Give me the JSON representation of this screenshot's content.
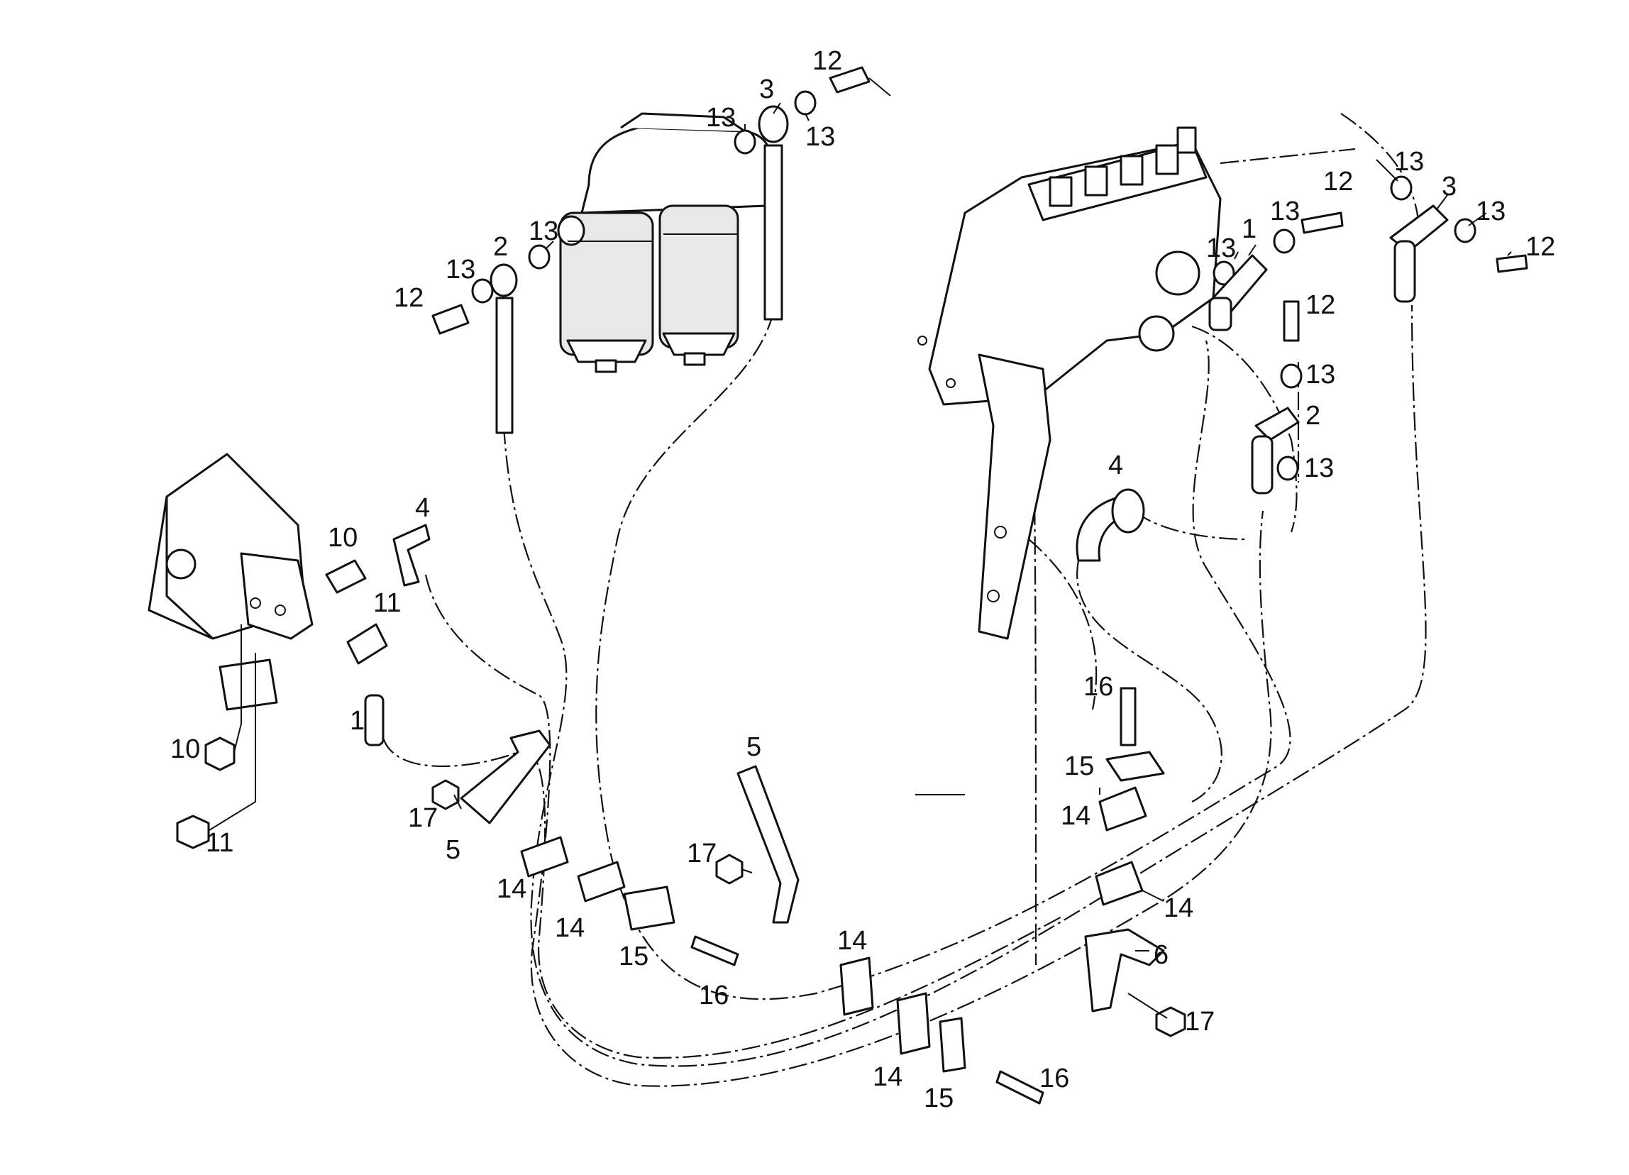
{
  "callouts": [
    {
      "id": "c1",
      "text": "12"
    },
    {
      "id": "c2",
      "text": "3"
    },
    {
      "id": "c3",
      "text": "13"
    },
    {
      "id": "c4",
      "text": "13"
    },
    {
      "id": "c5",
      "text": "13"
    },
    {
      "id": "c6",
      "text": "2"
    },
    {
      "id": "c7",
      "text": "13"
    },
    {
      "id": "c8",
      "text": "12"
    },
    {
      "id": "c9",
      "text": "13"
    },
    {
      "id": "c10",
      "text": "3"
    },
    {
      "id": "c11",
      "text": "13"
    },
    {
      "id": "c12",
      "text": "12"
    },
    {
      "id": "c13",
      "text": "12"
    },
    {
      "id": "c14",
      "text": "13"
    },
    {
      "id": "c15",
      "text": "1"
    },
    {
      "id": "c16",
      "text": "13"
    },
    {
      "id": "c17",
      "text": "12"
    },
    {
      "id": "c18",
      "text": "13"
    },
    {
      "id": "c19",
      "text": "2"
    },
    {
      "id": "c20",
      "text": "13"
    },
    {
      "id": "c21",
      "text": "4"
    },
    {
      "id": "c22",
      "text": "4"
    },
    {
      "id": "c23",
      "text": "10"
    },
    {
      "id": "c24",
      "text": "11"
    },
    {
      "id": "c25",
      "text": "1"
    },
    {
      "id": "c26",
      "text": "10"
    },
    {
      "id": "c27",
      "text": "11"
    },
    {
      "id": "c28",
      "text": "17"
    },
    {
      "id": "c29",
      "text": "5"
    },
    {
      "id": "c30",
      "text": "14"
    },
    {
      "id": "c31",
      "text": "14"
    },
    {
      "id": "c32",
      "text": "15"
    },
    {
      "id": "c33",
      "text": "16"
    },
    {
      "id": "c34",
      "text": "5"
    },
    {
      "id": "c35",
      "text": "17"
    },
    {
      "id": "c36",
      "text": "14"
    },
    {
      "id": "c37",
      "text": "14"
    },
    {
      "id": "c38",
      "text": "15"
    },
    {
      "id": "c39",
      "text": "16"
    },
    {
      "id": "c40",
      "text": "16"
    },
    {
      "id": "c41",
      "text": "15"
    },
    {
      "id": "c42",
      "text": "14"
    },
    {
      "id": "c43",
      "text": "14"
    },
    {
      "id": "c44",
      "text": "6"
    },
    {
      "id": "c45",
      "text": "17"
    }
  ]
}
